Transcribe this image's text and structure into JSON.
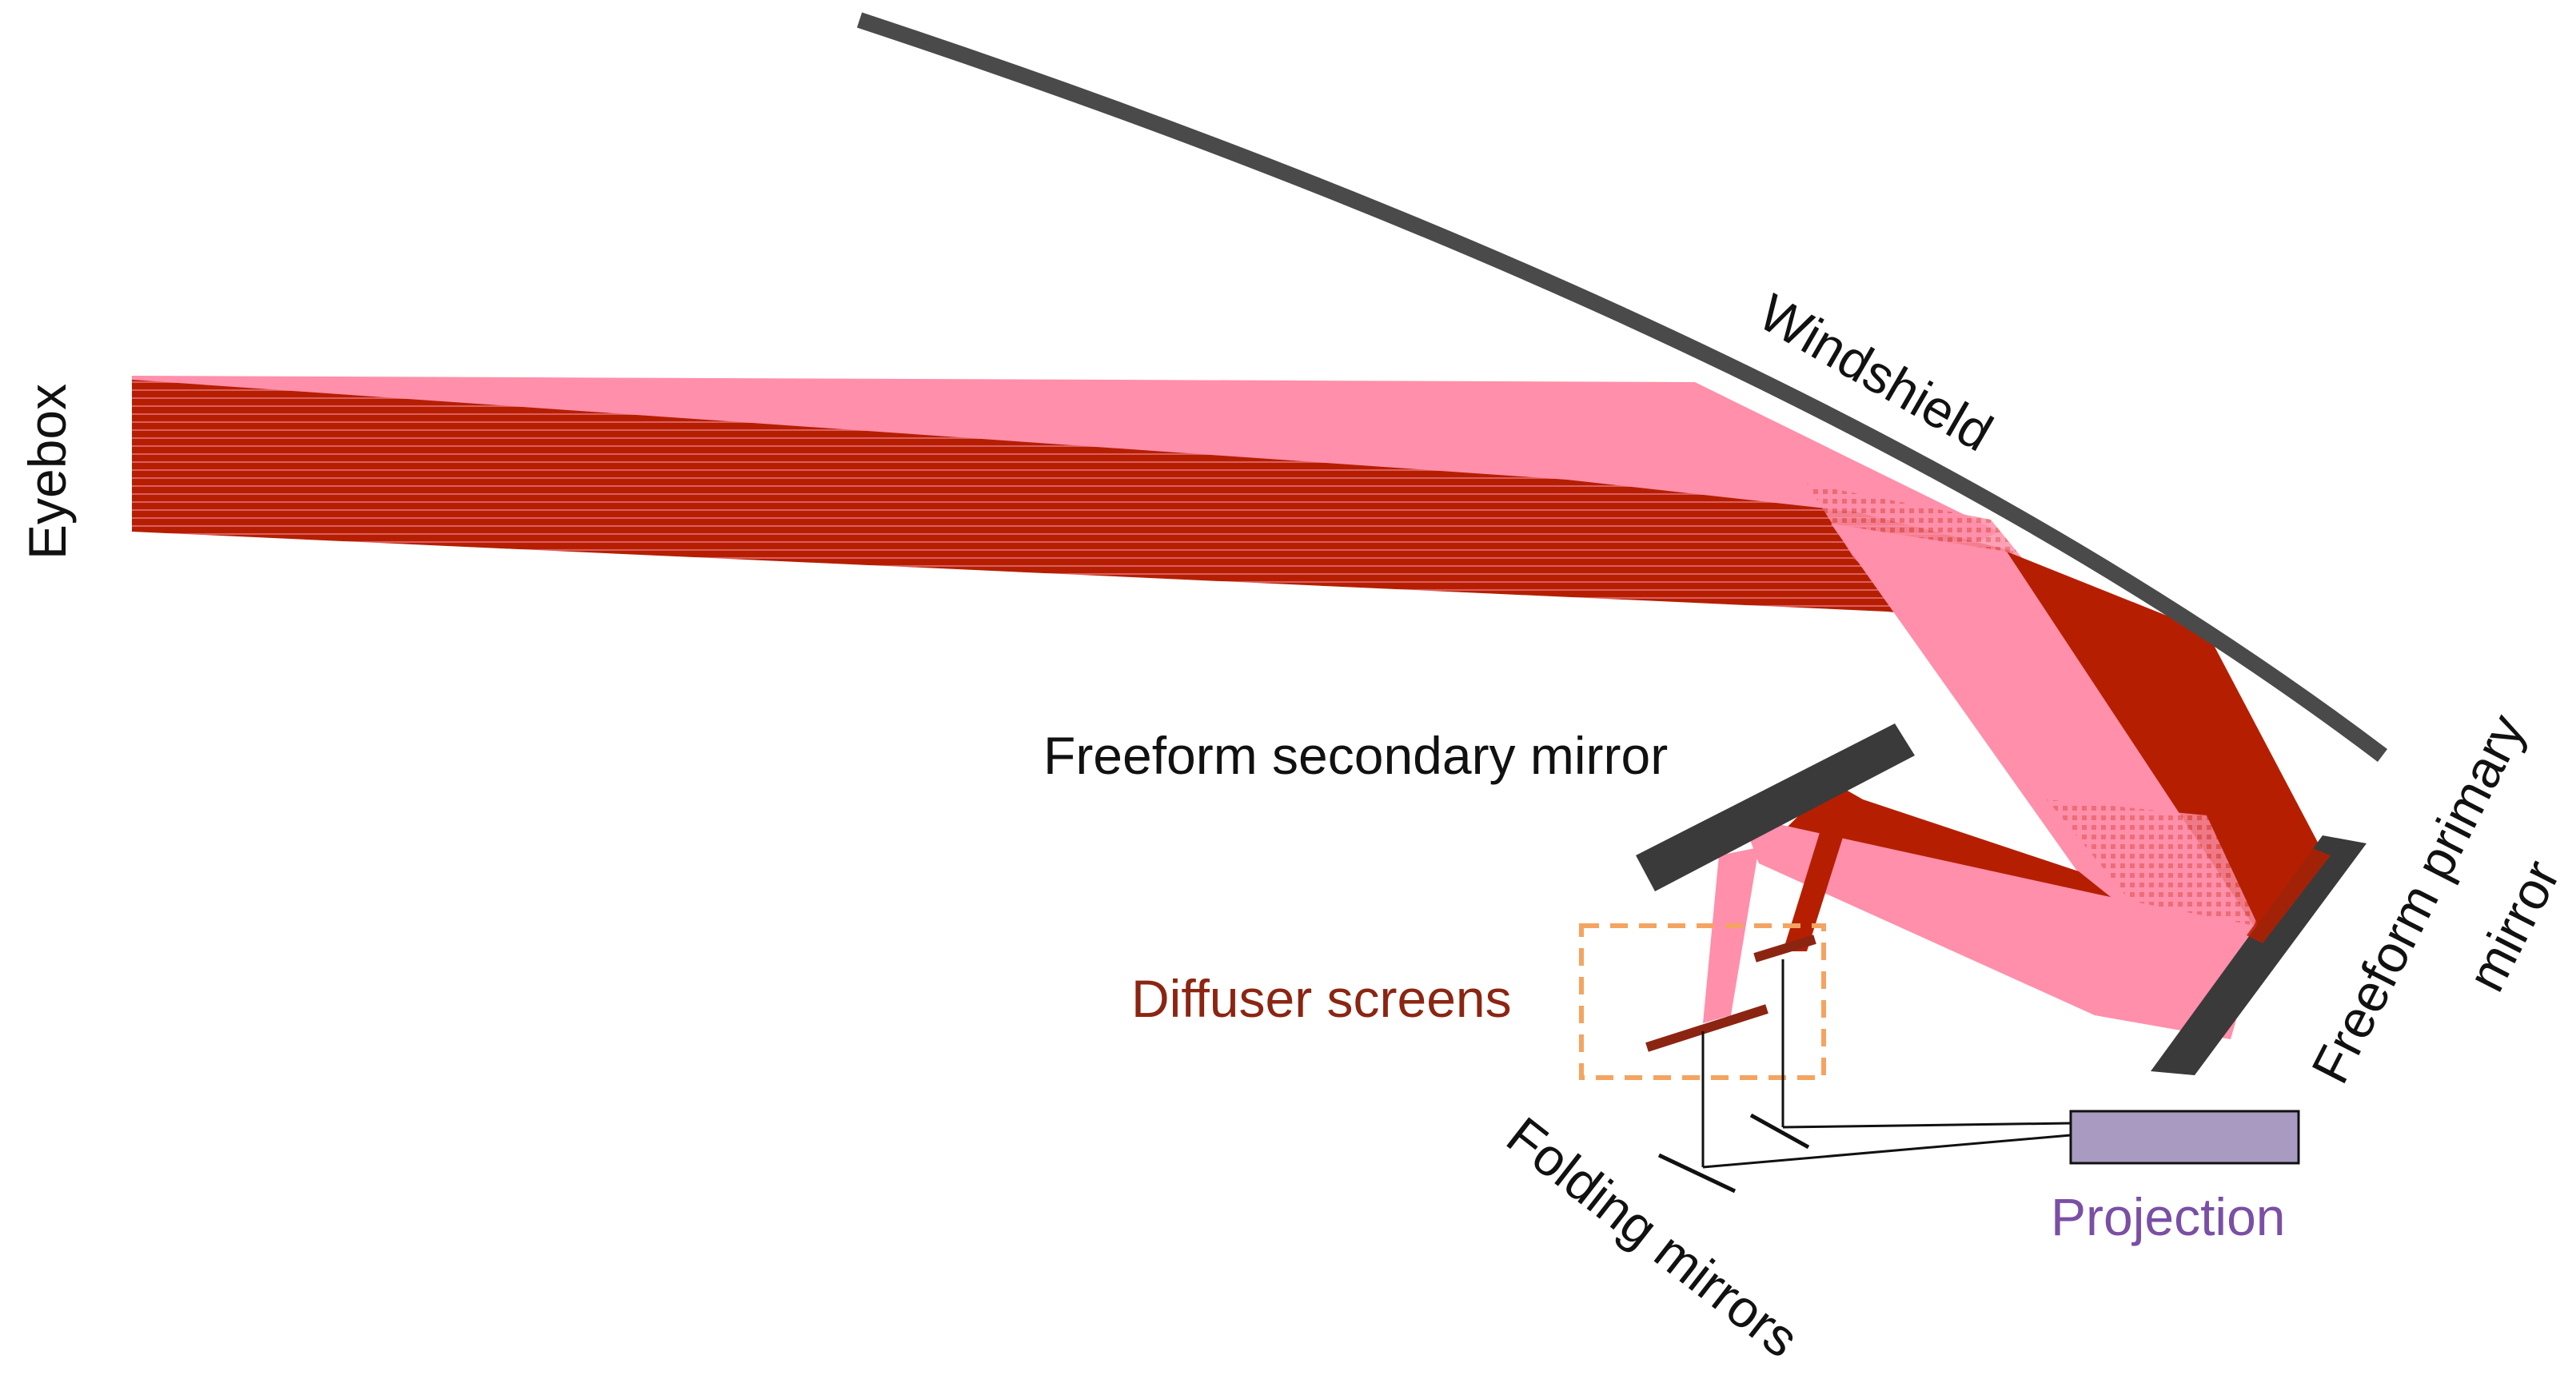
{
  "labels": {
    "eyebox": "Eyebox",
    "windshield": "Windshield",
    "secondary_mirror": "Freeform secondary mirror",
    "primary_mirror_line1": "Freeform primary",
    "primary_mirror_line2": "mirror",
    "diffuser": "Diffuser screens",
    "folding": "Folding mirrors",
    "projection": "Projection"
  },
  "colors": {
    "beam_dark": "#b51f00",
    "beam_light": "#ff8faa",
    "mirror": "#3a3a3a",
    "windshield": "#4a4a4a",
    "diffuser_screen": "#8b2512",
    "diffuser_box": "#f4a460",
    "projector_fill": "#a99ac2",
    "label_dark": "#111111",
    "label_diffuser": "#8b2512",
    "label_projection": "#7a4fa5"
  }
}
